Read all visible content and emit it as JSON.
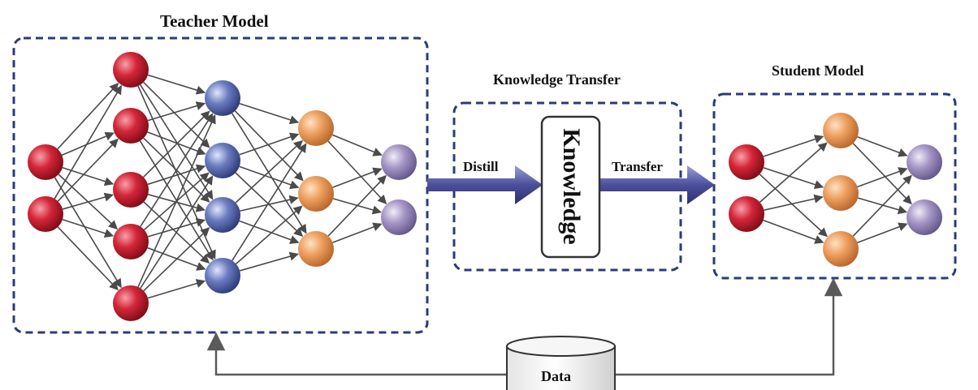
{
  "teacher": {
    "title": "Teacher Model",
    "layers": [
      2,
      5,
      4,
      3,
      2
    ]
  },
  "transfer": {
    "title": "Knowledge Transfer",
    "box_label": "Knowledge",
    "distill_label": "Distill",
    "transfer_label": "Transfer"
  },
  "student": {
    "title": "Student Model",
    "layers": [
      2,
      3,
      2
    ]
  },
  "data": {
    "label": "Data"
  },
  "colors": {
    "red": "#c4182c",
    "blue": "#5a6aa8",
    "orange": "#e7984f",
    "purple": "#9687b6",
    "frame": "#2b3b7a",
    "arrow": "#4b4f9a",
    "edge": "#4a4a4a"
  }
}
